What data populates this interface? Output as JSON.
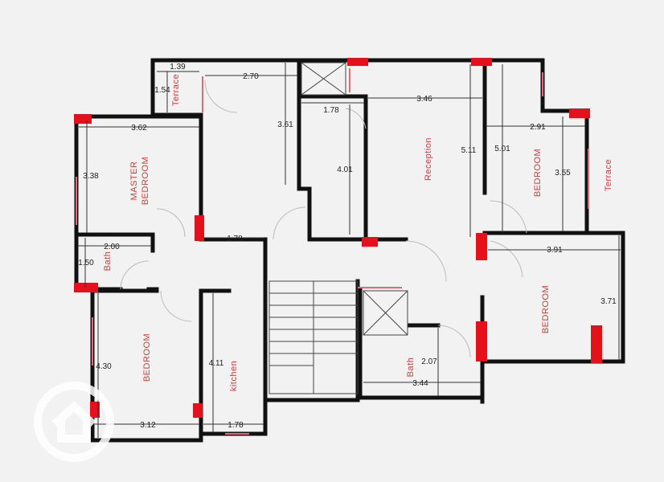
{
  "rooms": {
    "terrace_left": "Terrace",
    "master_bedroom_line1": "MASTER",
    "master_bedroom_line2": "BEDROOM",
    "bath_left": "Bath",
    "bedroom_left": "BEDROOM",
    "kitchen": "kitchen",
    "reception": "Reception",
    "bedroom_right_top": "BEDROOM",
    "terrace_right": "Terrace",
    "bedroom_right_bottom": "BEDROOM",
    "bath_center": "Bath"
  },
  "dimensions": {
    "d_1_39": "1.39",
    "d_1_54": "1.54",
    "d_2_70": "2.70",
    "d_3_61": "3.61",
    "d_1_78_top": "1.78",
    "d_3_46": "3.46",
    "d_3_62": "3.62",
    "d_3_38": "3.38",
    "d_4_01": "4.01",
    "d_5_11": "5.11",
    "d_5_01": "5.01",
    "d_2_91": "2.91",
    "d_3_55": "3.55",
    "d_1_78_mid": "1.78",
    "d_2_00": "2.00",
    "d_1_50": "1.50",
    "d_3_91": "3.91",
    "d_3_71": "3.71",
    "d_4_30": "4.30",
    "d_4_11": "4.11",
    "d_2_07": "2.07",
    "d_3_44": "3.44",
    "d_3_12": "3.12",
    "d_1_78_bottom": "1.78"
  },
  "colors": {
    "wall": "#111111",
    "mark": "#e4101c",
    "room_label": "#d83a3a",
    "background": "#f2f2f2"
  }
}
